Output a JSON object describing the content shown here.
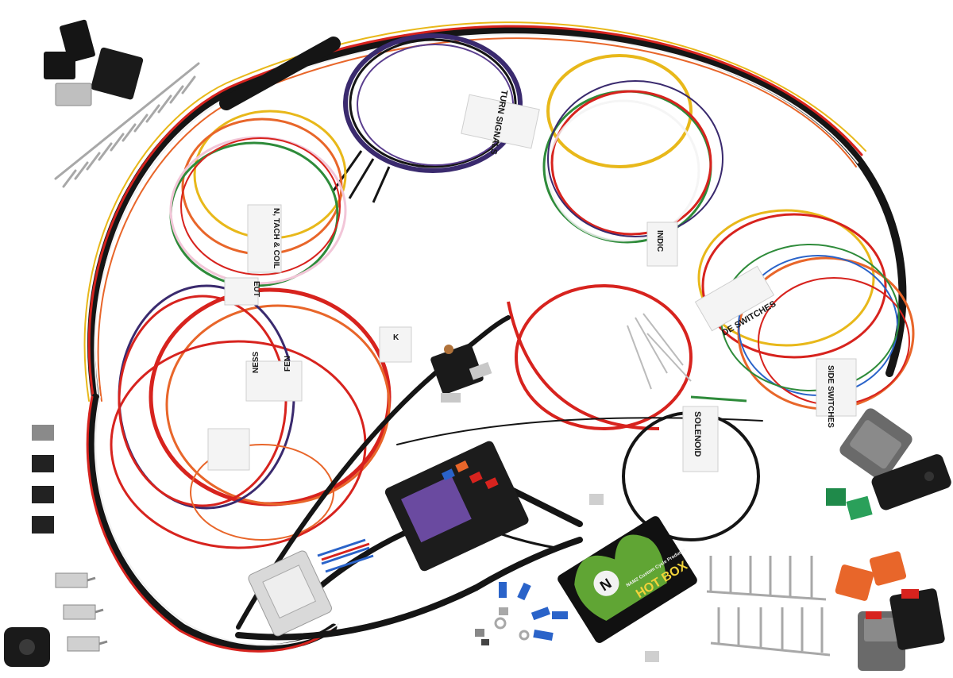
{
  "labels": {
    "turn_signals": "TURN SIGNALS",
    "tach_coil": "N, TACH & COIL",
    "indic": "INDIC",
    "side_switches_1": "DE SWITCHES",
    "side_switches_2": "SIDE SWITCHES",
    "solenoid": "SOLENOID",
    "fender": "FEN",
    "harness": "NESS",
    "k": "K",
    "eut": "EUT"
  },
  "hot_box": {
    "line1": "HOT BOX",
    "line2": "NAMZ Custom Cycle Products",
    "logo": "N"
  },
  "colors": {
    "red": "#d7231e",
    "orange": "#e8662a",
    "yellow": "#e8b81a",
    "purple": "#3a2a6e",
    "green": "#2e8b3a",
    "black": "#151515",
    "white": "#f2f2f2",
    "blue": "#2a63c9",
    "tan": "#c8a26a"
  }
}
